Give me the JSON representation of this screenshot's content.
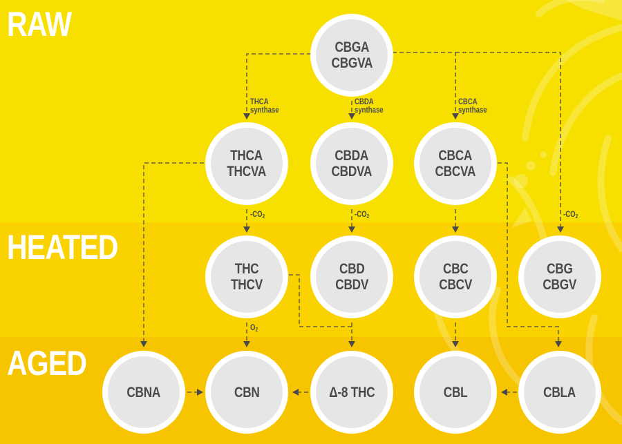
{
  "bands": {
    "raw": {
      "label": "RAW",
      "color": "#f7e000"
    },
    "heated": {
      "label": "HEATED",
      "color": "#f9d200"
    },
    "aged": {
      "label": "AGED",
      "color": "#f7c400"
    }
  },
  "colors": {
    "node_fill": "#e6e6e6",
    "node_ring": "#ffffff",
    "node_text": "#4a4a4a",
    "connector": "#4a4a4a"
  },
  "nodes": {
    "cbga": {
      "line1": "CBGA",
      "line2": "CBGVA"
    },
    "thca": {
      "line1": "THCA",
      "line2": "THCVA"
    },
    "cbda": {
      "line1": "CBDA",
      "line2": "CBDVA"
    },
    "cbca": {
      "line1": "CBCA",
      "line2": "CBCVA"
    },
    "thc": {
      "line1": "THC",
      "line2": "THCV"
    },
    "cbd": {
      "line1": "CBD",
      "line2": "CBDV"
    },
    "cbc": {
      "line1": "CBC",
      "line2": "CBCV"
    },
    "cbg": {
      "line1": "CBG",
      "line2": "CBGV"
    },
    "cbna": {
      "line1": "CBNA"
    },
    "cbn": {
      "line1": "CBN"
    },
    "d8thc": {
      "line1": "Δ-8 THC"
    },
    "cbl": {
      "line1": "CBL"
    },
    "cbla": {
      "line1": "CBLA"
    }
  },
  "edge_labels": {
    "thca_synthase": {
      "line1": "THCA",
      "line2": "synthase"
    },
    "cbda_synthase": {
      "line1": "CBDA",
      "line2": "synthase"
    },
    "cbca_synthase": {
      "line1": "CBCA",
      "line2": "synthase"
    },
    "decarb_prefix": "-CO",
    "decarb_sub": "2",
    "oxidation_prefix": "O",
    "oxidation_sub": "2"
  },
  "edges": [
    {
      "from": "cbga",
      "to": "thca",
      "label": "THCA synthase"
    },
    {
      "from": "cbga",
      "to": "cbda",
      "label": "CBDA synthase"
    },
    {
      "from": "cbga",
      "to": "cbca",
      "label": "CBCA synthase"
    },
    {
      "from": "cbga",
      "to": "cbg",
      "label": "-CO2"
    },
    {
      "from": "thca",
      "to": "thc",
      "label": "-CO2"
    },
    {
      "from": "thca",
      "to": "cbna",
      "label": ""
    },
    {
      "from": "cbda",
      "to": "cbd",
      "label": "-CO2"
    },
    {
      "from": "cbca",
      "to": "cbc",
      "label": ""
    },
    {
      "from": "cbca",
      "to": "cbla",
      "label": ""
    },
    {
      "from": "thc",
      "to": "cbn",
      "label": "O2"
    },
    {
      "from": "thc",
      "to": "d8thc",
      "label": ""
    },
    {
      "from": "cbc",
      "to": "cbl",
      "label": ""
    },
    {
      "from": "cbna",
      "to": "cbn",
      "label": ""
    },
    {
      "from": "d8thc",
      "to": "cbn",
      "label": ""
    },
    {
      "from": "cbla",
      "to": "cbl",
      "label": ""
    }
  ]
}
